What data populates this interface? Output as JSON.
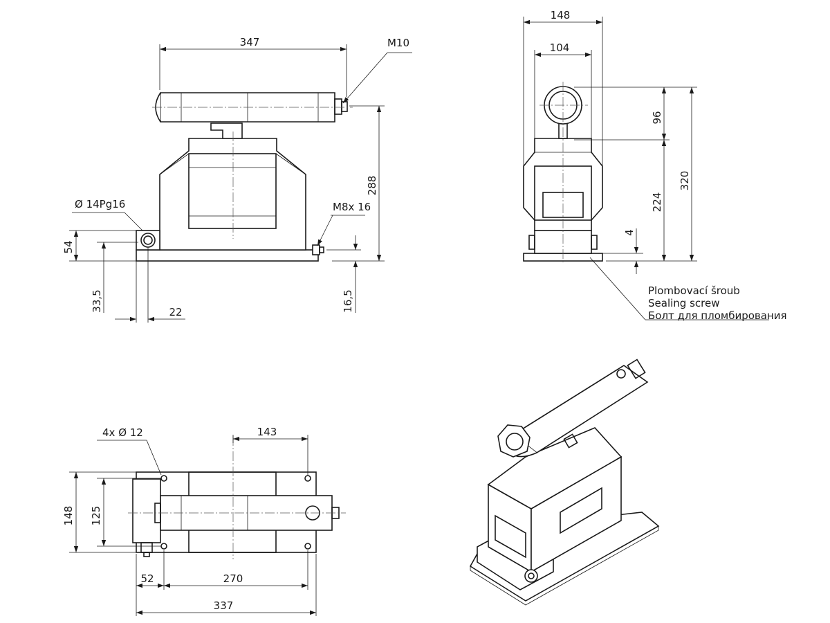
{
  "front_view": {
    "width_total": "347",
    "thread_top": "M10",
    "height_total": "288",
    "gland": "Ø 14Pg16",
    "base_bolt": "M8x 16",
    "gland_height": "54",
    "gland_center": "33,5",
    "gland_offset": "22",
    "base_thickness": "16,5"
  },
  "side_view": {
    "width_outer": "148",
    "width_inner": "104",
    "head_height": "96",
    "body_height": "224",
    "height_total": "320",
    "base_height": "4",
    "seal_note": [
      "Plombovací šroub",
      "Sealing screw",
      "Болт для пломбирования"
    ]
  },
  "top_view": {
    "holes": "4x  Ø 12",
    "offset_right": "143",
    "depth_outer": "148",
    "depth_holes": "125",
    "left_offset": "52",
    "hole_spacing": "270",
    "length_total": "337"
  }
}
